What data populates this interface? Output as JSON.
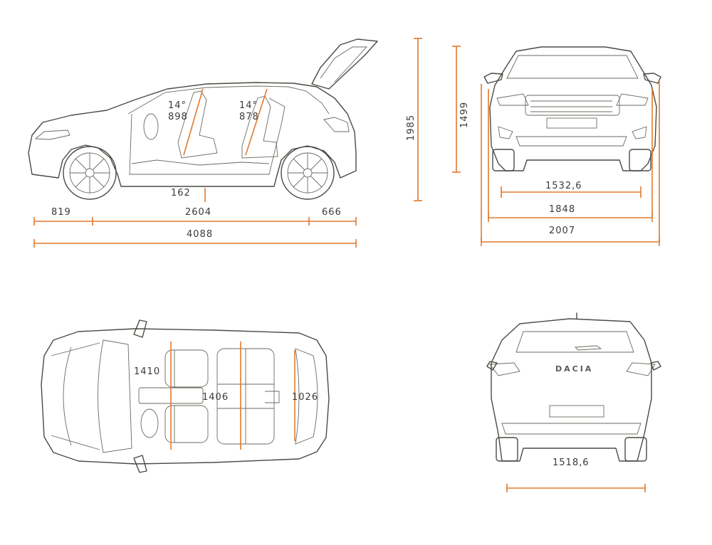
{
  "side_view": {
    "front_seat_angle": "14°",
    "front_seat_height": "898",
    "rear_seat_angle": "14°",
    "rear_seat_height": "878",
    "ground_clearance": "162",
    "front_overhang": "819",
    "wheelbase": "2604",
    "rear_overhang": "666",
    "overall_length": "4088",
    "height_open_tailgate": "1985"
  },
  "front_view": {
    "height": "1499",
    "front_track": "1532,6",
    "width": "1848",
    "width_with_mirrors": "2007"
  },
  "top_view": {
    "front_elbow_width": "1410",
    "rear_elbow_width": "1406",
    "trunk_width": "1026"
  },
  "rear_view": {
    "badge": "DACIA",
    "rear_track": "1518,6"
  },
  "colors": {
    "accent": "#e07a2e",
    "outline": "#4a4a44"
  }
}
